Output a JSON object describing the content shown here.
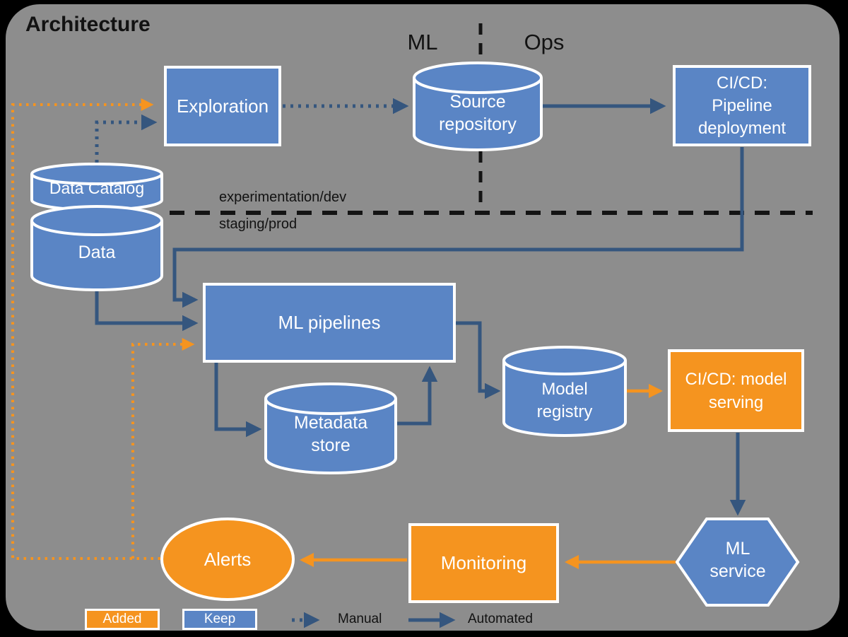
{
  "title": "Architecture",
  "zone_labels": {
    "ml": "ML",
    "ops": "Ops"
  },
  "environment_labels": {
    "top": "experimentation/dev",
    "bottom": "staging/prod"
  },
  "nodes": {
    "exploration": {
      "label": "Exploration"
    },
    "source_repository": {
      "lines": [
        "Source",
        "repository"
      ]
    },
    "cicd_pipeline_deployment": {
      "lines": [
        "CI/CD:",
        "Pipeline",
        "deployment"
      ]
    },
    "data_catalog": {
      "label": "Data Catalog"
    },
    "data": {
      "label": "Data"
    },
    "ml_pipelines": {
      "label": "ML pipelines"
    },
    "metadata_store": {
      "lines": [
        "Metadata",
        "store"
      ]
    },
    "model_registry": {
      "lines": [
        "Model",
        "registry"
      ]
    },
    "cicd_model_serving": {
      "lines": [
        "CI/CD: model",
        "serving"
      ]
    },
    "ml_service": {
      "lines": [
        "ML",
        "service"
      ]
    },
    "monitoring": {
      "label": "Monitoring"
    },
    "alerts": {
      "label": "Alerts"
    }
  },
  "legend": {
    "added": "Added",
    "keep": "Keep",
    "manual": "Manual",
    "automated": "Automated"
  },
  "colors": {
    "keep_blue": "#5a85c5",
    "added_orange": "#f5941f",
    "arrow_navy": "#35567e",
    "panel_gray": "#8d8d8d",
    "frame_black": "#000000",
    "label_white": "#ffffff",
    "divider_black": "#141414"
  }
}
